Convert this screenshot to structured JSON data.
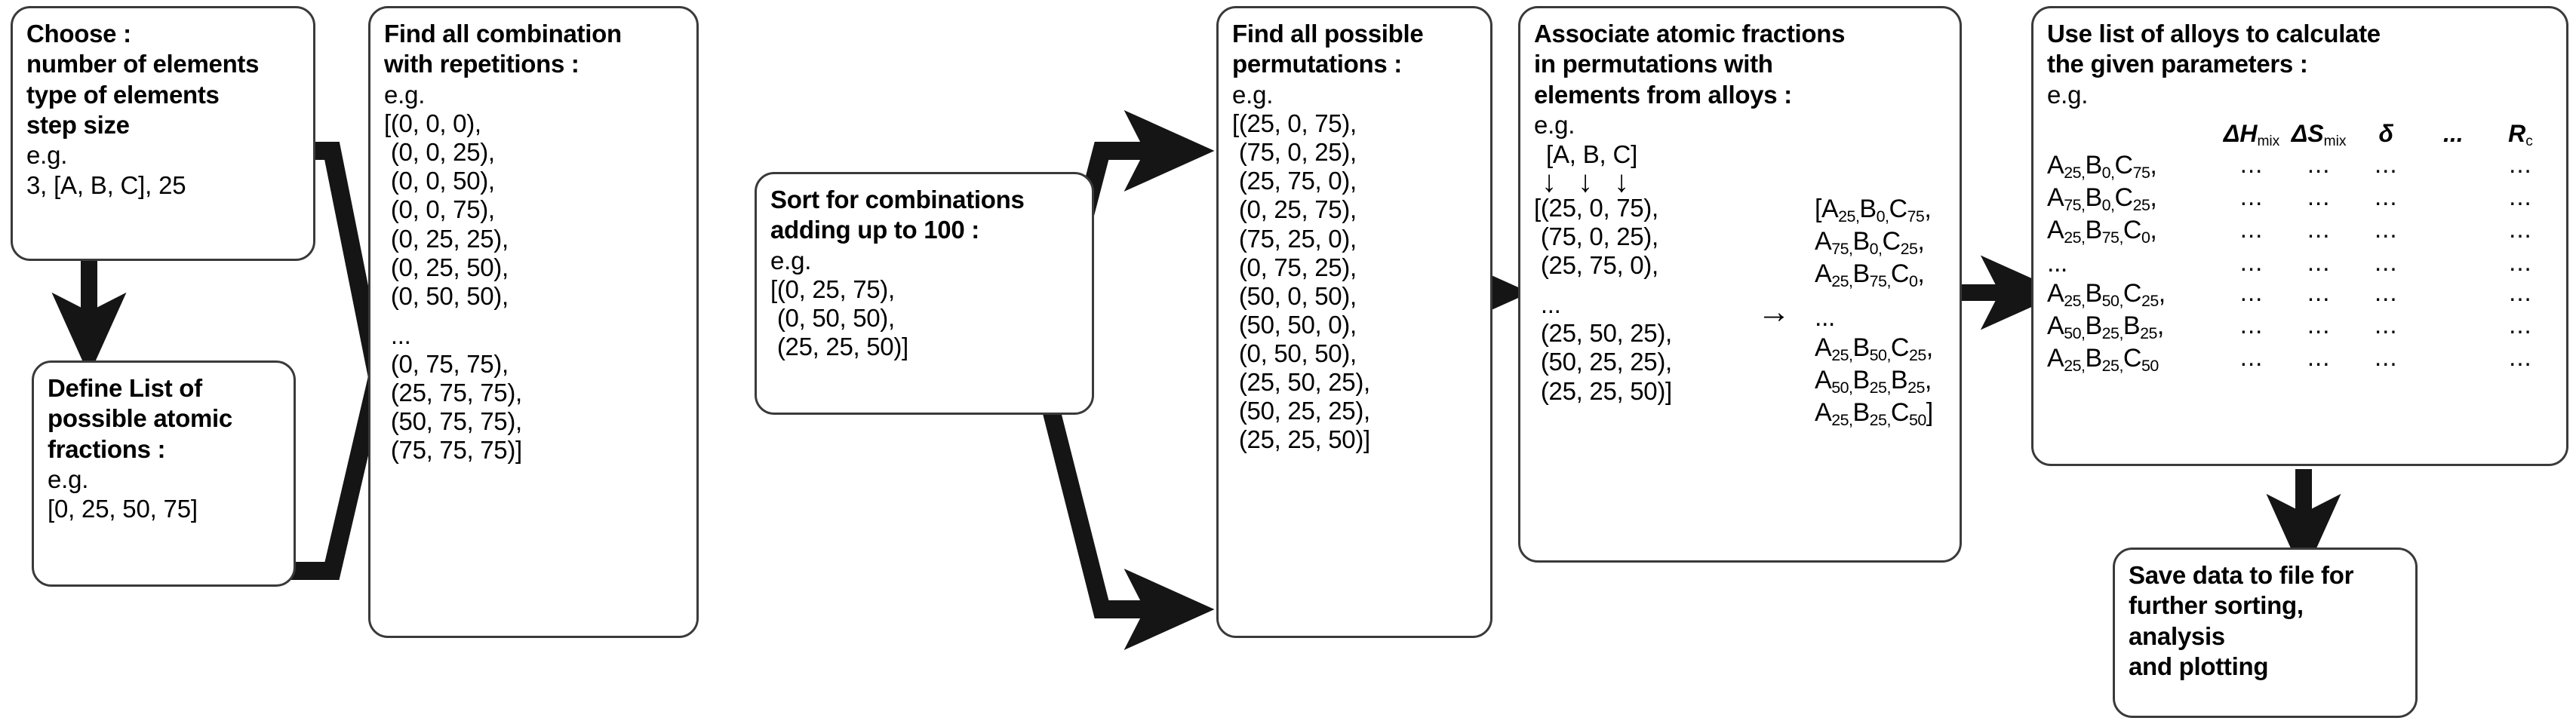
{
  "diagram": {
    "type": "flowchart",
    "title": "Alloy composition enumeration workflow",
    "line_color": "#3a3a3a",
    "arrow_color": "#1a1a1a",
    "background": "#ffffff"
  },
  "nodes": {
    "choose": {
      "id": "choose",
      "title": "Choose :\nnumber of elements\ntype of elements\nstep size",
      "eg_label": "e.g.",
      "example": "3, [A, B, C], 25"
    },
    "define_list": {
      "id": "define-list",
      "title": "Define List of\npossible atomic\nfractions :",
      "eg_label": "e.g.",
      "example": "[0, 25, 50, 75]"
    },
    "combinations": {
      "id": "find-combinations",
      "title": "Find all combination\nwith repetitions :",
      "eg_label": "e.g.",
      "items": [
        "[(0, 0, 0),",
        " (0, 0, 25),",
        " (0, 0, 50),",
        " (0, 0, 75),",
        " (0, 25, 25),",
        " (0, 25, 50),",
        " (0, 50, 50),",
        "",
        " ...",
        " (0, 75, 75),",
        " (25, 75, 75),",
        " (50, 75, 75),",
        " (75, 75, 75)]"
      ]
    },
    "sort": {
      "id": "sort-combinations",
      "title": "Sort for combinations\nadding up to 100 :",
      "eg_label": "e.g.",
      "items": [
        "[(0, 25, 75),",
        " (0, 50, 50),",
        " (25, 25, 50)]"
      ]
    },
    "permutations": {
      "id": "find-permutations",
      "title": "Find all possible\npermutations :",
      "eg_label": "e.g.",
      "items": [
        "[(25, 0, 75),",
        " (75, 0, 25),",
        " (25, 75, 0),",
        " (0, 25, 75),",
        " (75, 25, 0),",
        " (0, 75, 25),",
        " (50, 0, 50),",
        " (50, 50, 0),",
        " (0, 50, 50),",
        " (25, 50, 25),",
        " (50, 25, 25),",
        " (25, 25, 50)]"
      ]
    },
    "associate": {
      "id": "associate-fractions",
      "title": "Associate atomic fractions\nin permutations with\nelements from alloys :",
      "eg_label": "e.g.",
      "alloy_list": "[A, B, C]",
      "down_arrows": [
        "↓",
        "↓",
        "↓"
      ],
      "right_arrow": "→",
      "left_items": [
        "[(25, 0, 75),",
        " (75, 0, 25),",
        " (25, 75, 0),",
        "",
        " ...",
        " (25, 50, 25),",
        " (50, 25, 25),",
        " (25, 25, 50)]"
      ],
      "right_items": [
        {
          "prefix": "[",
          "parts": [
            [
              "A",
              "25"
            ],
            [
              "B",
              "0"
            ],
            [
              "C",
              "75"
            ]
          ],
          "suffix": ","
        },
        {
          "prefix": "",
          "parts": [
            [
              "A",
              "75"
            ],
            [
              "B",
              "0"
            ],
            [
              "C",
              "25"
            ]
          ],
          "suffix": ","
        },
        {
          "prefix": "",
          "parts": [
            [
              "A",
              "25"
            ],
            [
              "B",
              "75"
            ],
            [
              "C",
              "0"
            ]
          ],
          "suffix": ","
        },
        {
          "prefix": "",
          "parts": [],
          "suffix": ""
        },
        {
          "prefix": "",
          "parts": [],
          "suffix": "...",
          "plain": "..."
        },
        {
          "prefix": "",
          "parts": [
            [
              "A",
              "25"
            ],
            [
              "B",
              "50"
            ],
            [
              "C",
              "25"
            ]
          ],
          "suffix": ","
        },
        {
          "prefix": "",
          "parts": [
            [
              "A",
              "50"
            ],
            [
              "B",
              "25"
            ],
            [
              "B",
              "25"
            ]
          ],
          "suffix": ","
        },
        {
          "prefix": "",
          "parts": [
            [
              "A",
              "25"
            ],
            [
              "B",
              "25"
            ],
            [
              "C",
              "50"
            ]
          ],
          "suffix": "]"
        }
      ]
    },
    "calculate": {
      "id": "calculate-parameters",
      "title": "Use list of alloys to calculate\nthe given parameters :",
      "eg_label": "e.g.",
      "table": {
        "columns": [
          "ΔH",
          "ΔS",
          "δ",
          "...",
          "R"
        ],
        "column_subs": [
          "mix",
          "mix",
          "",
          "",
          "c"
        ],
        "rows": [
          {
            "alloy": [
              [
                "A",
                "25"
              ],
              [
                "B",
                "0"
              ],
              [
                "C",
                "75"
              ]
            ],
            "suffix": ",",
            "values": [
              "...",
              "...",
              "...",
              "",
              "..."
            ]
          },
          {
            "alloy": [
              [
                "A",
                "75"
              ],
              [
                "B",
                "0"
              ],
              [
                "C",
                "25"
              ]
            ],
            "suffix": ",",
            "values": [
              "...",
              "...",
              "...",
              "",
              "..."
            ]
          },
          {
            "alloy": [
              [
                "A",
                "25"
              ],
              [
                "B",
                "75"
              ],
              [
                "C",
                "0"
              ]
            ],
            "suffix": ",",
            "values": [
              "...",
              "...",
              "...",
              "",
              "..."
            ]
          },
          {
            "alloy": [],
            "plain": "...",
            "suffix": "",
            "values": [
              "...",
              "...",
              "...",
              "",
              "..."
            ]
          },
          {
            "alloy": [
              [
                "A",
                "25"
              ],
              [
                "B",
                "50"
              ],
              [
                "C",
                "25"
              ]
            ],
            "suffix": ",",
            "values": [
              "...",
              "...",
              "...",
              "",
              "..."
            ]
          },
          {
            "alloy": [
              [
                "A",
                "50"
              ],
              [
                "B",
                "25"
              ],
              [
                "B",
                "25"
              ]
            ],
            "suffix": ",",
            "values": [
              "...",
              "...",
              "...",
              "",
              "..."
            ]
          },
          {
            "alloy": [
              [
                "A",
                "25"
              ],
              [
                "B",
                "25"
              ],
              [
                "C",
                "50"
              ]
            ],
            "suffix": "",
            "values": [
              "...",
              "...",
              "...",
              "",
              "..."
            ]
          }
        ]
      }
    },
    "save": {
      "id": "save-data",
      "title": "Save data to file for\nfurther sorting,\nanalysis\nand plotting"
    }
  }
}
